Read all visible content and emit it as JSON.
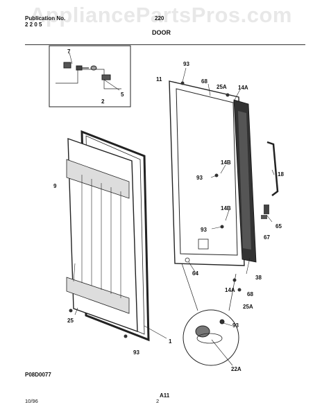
{
  "watermark": "AppliancePartsPros.com",
  "header": {
    "publication_label": "Publication No.",
    "publication_number": "2 2 0 5",
    "model_fragment": "220"
  },
  "title": "DOOR",
  "callouts": {
    "c93a": "93",
    "c11": "11",
    "c68a": "68",
    "c25a_top": "25A",
    "c14a_top": "14A",
    "c7": "7",
    "c5": "5",
    "c2": "2",
    "c9": "9",
    "c14b_1": "14B",
    "c93b": "93",
    "c18": "18",
    "c14b_2": "14B",
    "c93c": "93",
    "c65": "65",
    "c67": "67",
    "c64": "64",
    "c38": "38",
    "c14a_bot": "14A",
    "c68b": "68",
    "c25a_bot": "25A",
    "c25": "25",
    "c1": "1",
    "c93d": "93",
    "c93e": "93",
    "c22a": "22A"
  },
  "figure_code": "P08D0077",
  "footer": {
    "date": "10/96",
    "page": "2",
    "section": "A11"
  }
}
